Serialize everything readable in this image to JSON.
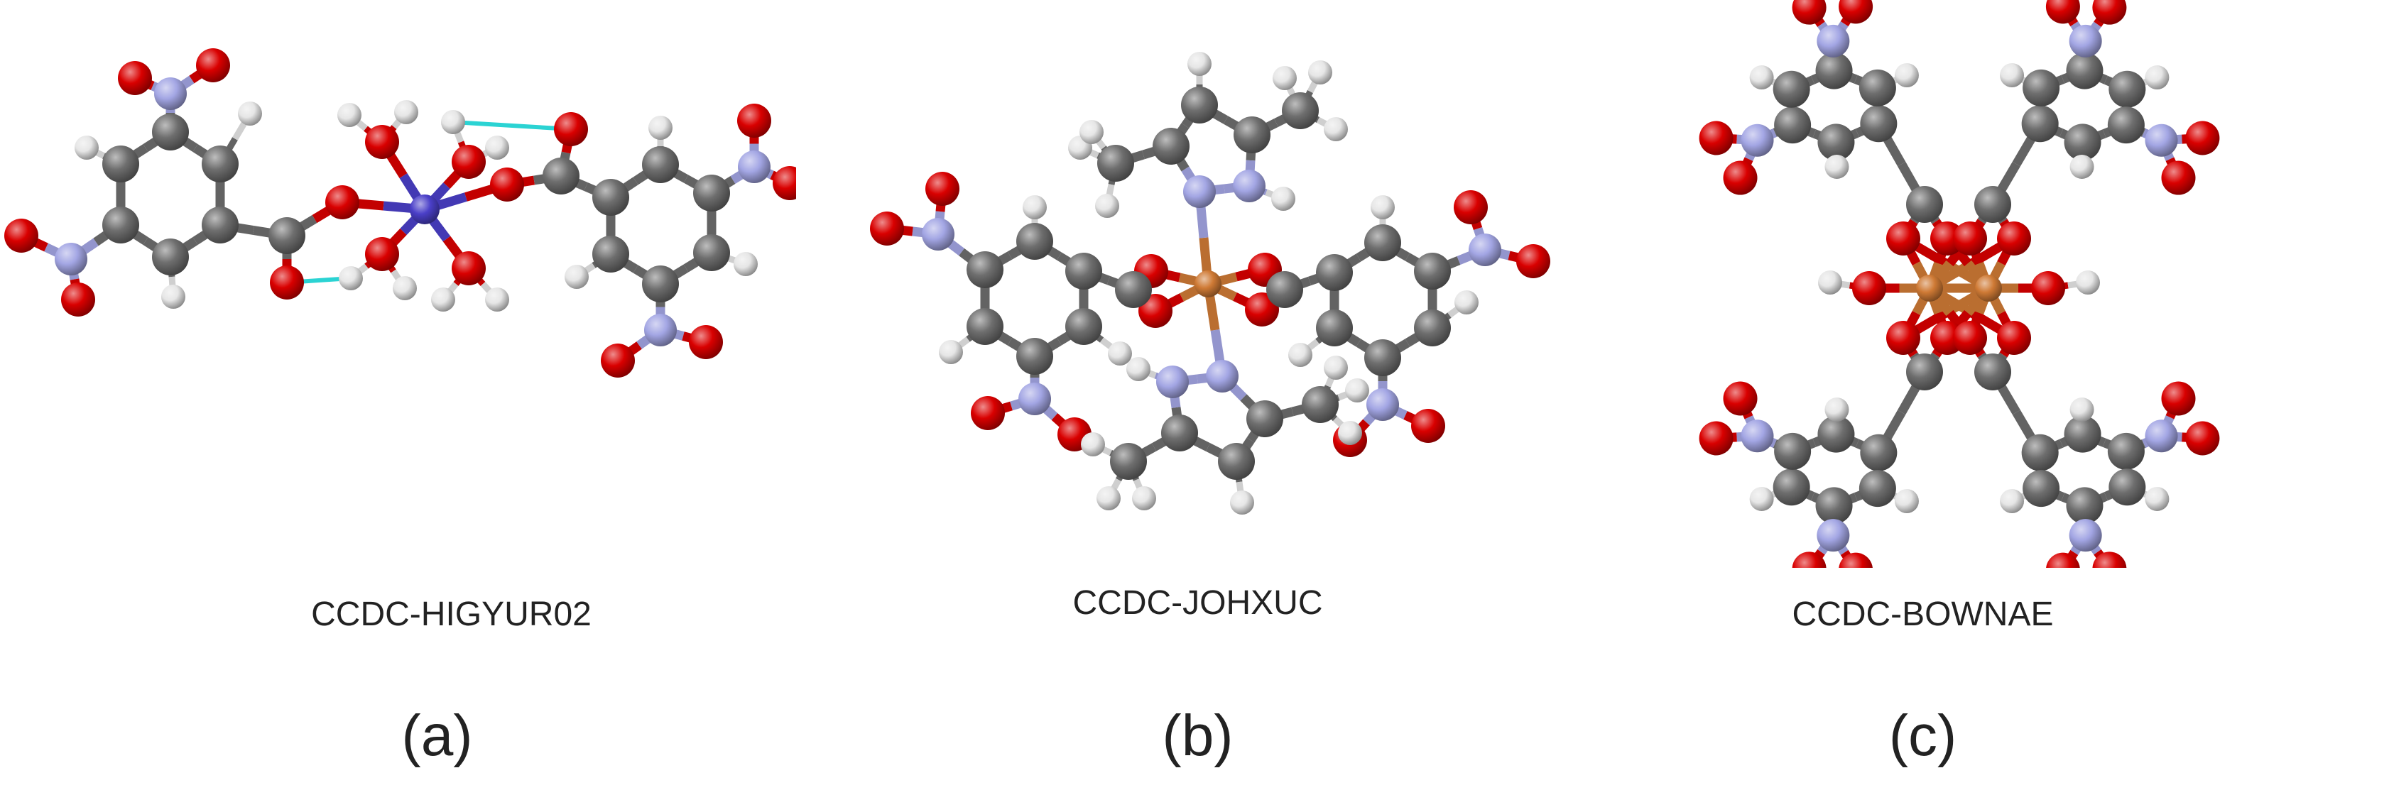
{
  "panels": [
    {
      "code": "CCDC-HIGYUR02",
      "label": "(a)"
    },
    {
      "code": "CCDC-JOHXUC",
      "label": "(b)"
    },
    {
      "code": "CCDC-BOWNAE",
      "label": "(c)"
    }
  ],
  "atom_colors": {
    "C": "#6e6e6e",
    "H": "#e6e6e6",
    "N": "#a3a6e4",
    "O": "#d90000",
    "Co": "#4a3fc8",
    "Cu": "#cf7a35",
    "hbond": "#2bd3d3"
  }
}
